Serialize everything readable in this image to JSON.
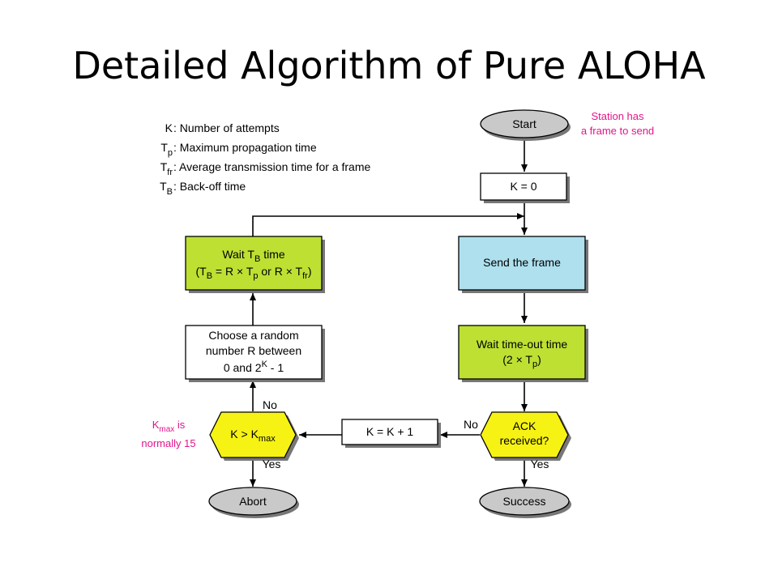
{
  "title": "Detailed Algorithm of Pure ALOHA",
  "legend": [
    {
      "sym": "K",
      "sub": "",
      "desc": ": Number of attempts"
    },
    {
      "sym": "T",
      "sub": "p",
      "desc": ": Maximum propagation time"
    },
    {
      "sym": "T",
      "sub": "fr",
      "desc": ": Average transmission time for a frame"
    },
    {
      "sym": "T",
      "sub": "B",
      "desc": ": Back-off time"
    }
  ],
  "nodes": {
    "start": "Start",
    "station_note": [
      "Station has",
      "a frame to send"
    ],
    "k_init": "K = 0",
    "send": "Send the frame",
    "wait_timeout": {
      "line1": "Wait time-out time",
      "line2_pre": "(2 × T",
      "line2_sub": "p",
      "line2_post": ")"
    },
    "ack": [
      "ACK",
      "received?"
    ],
    "success": "Success",
    "k_increment": "K = K + 1",
    "compare": {
      "pre": "K > K",
      "sub": "max"
    },
    "kmax_note": {
      "k": "K",
      "sub": "max",
      "rest": " is",
      "line2": "normally 15"
    },
    "abort": "Abort",
    "choose_random": {
      "line1": "Choose a random",
      "line2": "number R between",
      "line3_pre": "0 and 2",
      "line3_sup": "K",
      "line3_post": " - 1"
    },
    "wait_backoff": {
      "line1_pre": "Wait T",
      "line1_sub": "B",
      "line1_post": " time",
      "line2": [
        [
          "(T",
          ""
        ],
        [
          "B",
          "sub"
        ],
        [
          " = R × T",
          ""
        ],
        [
          "p",
          "sub"
        ],
        [
          " or R × T",
          ""
        ],
        [
          "fr",
          "sub"
        ],
        [
          ")",
          ""
        ]
      ]
    }
  },
  "edge_labels": {
    "no_ack": "No",
    "yes_ack": "Yes",
    "no_compare": "No",
    "yes_compare": "Yes"
  },
  "colors": {
    "green": "#bde033",
    "blue": "#aee0ee",
    "yellow": "#f6f214",
    "gray": "#c9c9c9",
    "white": "#ffffff",
    "magenta": "#e2158c",
    "shadow": "#777777"
  }
}
